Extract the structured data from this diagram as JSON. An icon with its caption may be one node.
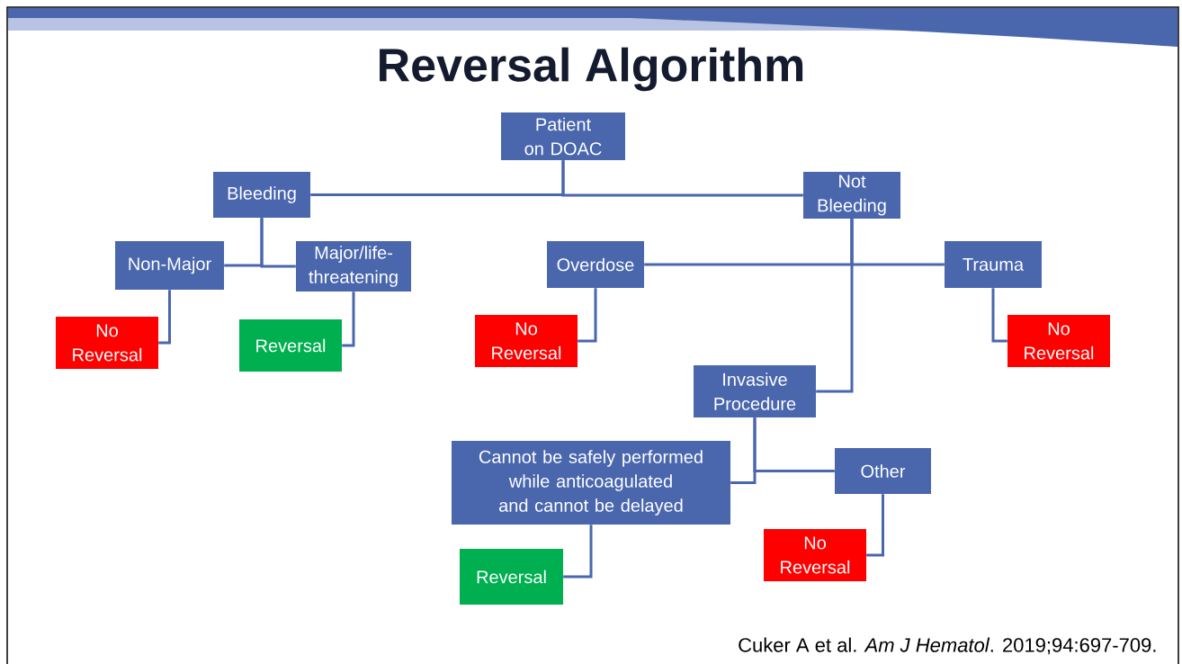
{
  "diagram": {
    "title": "Reversal Algorithm",
    "nodes": [
      {
        "text": [
          "Patient on DOAC"
        ]
      },
      {
        "text": [
          "Bleeding"
        ]
      },
      {
        "text": [
          "Not Bleeding"
        ]
      },
      {
        "text": [
          "Non-Major"
        ]
      },
      {
        "text": [
          "Major/life-threatening"
        ]
      },
      {
        "text": [
          "No Reversal"
        ]
      },
      {
        "text": [
          "Reversal"
        ]
      },
      {
        "text": [
          "Overdose"
        ]
      },
      {
        "text": [
          "Trauma"
        ]
      },
      {
        "text": [
          "No Reversal"
        ]
      },
      {
        "text": [
          "No Reversal"
        ]
      },
      {
        "text": [
          "Invasive Procedure"
        ]
      },
      {
        "text": [
          "Cannot be safely performed while anticoagulated and cannot be delayed"
        ]
      },
      {
        "text": [
          "Other"
        ]
      },
      {
        "text": [
          "Reversal"
        ]
      },
      {
        "text": [
          "No Reversal"
        ]
      }
    ],
    "edges": [
      {
        "from": 0,
        "to": 1,
        "arrow": "none"
      },
      {
        "from": 0,
        "to": 2,
        "arrow": "none"
      },
      {
        "from": 1,
        "to": 3,
        "arrow": "none"
      },
      {
        "from": 1,
        "to": 4,
        "arrow": "none"
      },
      {
        "from": 3,
        "to": 5,
        "arrow": "none"
      },
      {
        "from": 4,
        "to": 6,
        "arrow": "none"
      },
      {
        "from": 2,
        "to": 7,
        "arrow": "none"
      },
      {
        "from": 2,
        "to": 8,
        "arrow": "none"
      },
      {
        "from": 2,
        "to": 11,
        "arrow": "none"
      },
      {
        "from": 7,
        "to": 9,
        "arrow": "none"
      },
      {
        "from": 8,
        "to": 10,
        "arrow": "none"
      },
      {
        "from": 11,
        "to": 12,
        "arrow": "none"
      },
      {
        "from": 11,
        "to": 13,
        "arrow": "none"
      },
      {
        "from": 12,
        "to": 14,
        "arrow": "none"
      },
      {
        "from": 13,
        "to": 15,
        "arrow": "none"
      }
    ],
    "labels": [
      "Cuker A et al. *Am J Hematol*. 2019;94:697-709."
    ]
  }
}
